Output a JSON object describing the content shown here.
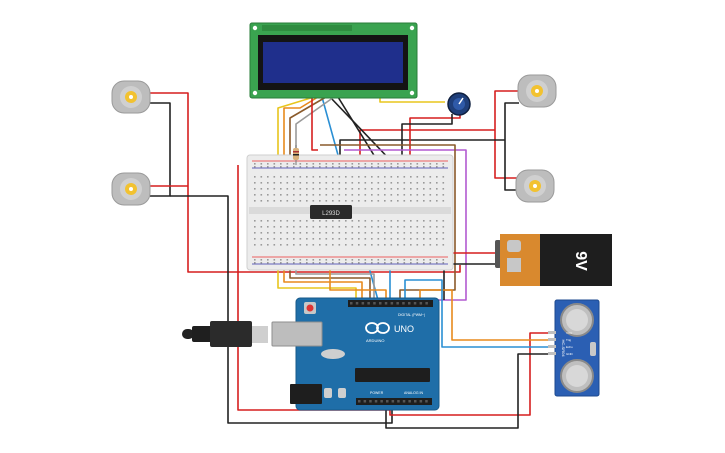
{
  "circuit": {
    "battery": {
      "label": "9V",
      "body_color": "#1e1e1e",
      "cap_color": "#d9892e"
    },
    "driver_ic": {
      "label": "L293D"
    },
    "arduino": {
      "logo_text": "UNO",
      "brand_text": "ARDUINO",
      "digital_header": "DIGITAL (PWM~)",
      "power_header": "POWER",
      "analog_header": "ANALOG IN",
      "board_color": "#1f6ea8"
    },
    "ultrasonic": {
      "label": "HC-SR04",
      "pins": [
        "VCC",
        "Trig",
        "Echo",
        "GND"
      ],
      "board_color": "#2b5fb3"
    },
    "lcd": {
      "screen_color": "#1f2f8c",
      "pcb_color": "#3aa350"
    },
    "motor_icon_names": [
      "dc-motor-icon",
      "dc-motor-icon",
      "dc-motor-icon",
      "dc-motor-icon"
    ],
    "wire_colors": {
      "red": "#d61f1f",
      "black": "#222222",
      "yellow": "#e8c51d",
      "orange": "#e88a1d",
      "blue": "#2a8fd4",
      "purple": "#b25ad0",
      "brown": "#8a5a2b",
      "gray": "#9a9a9a"
    }
  }
}
